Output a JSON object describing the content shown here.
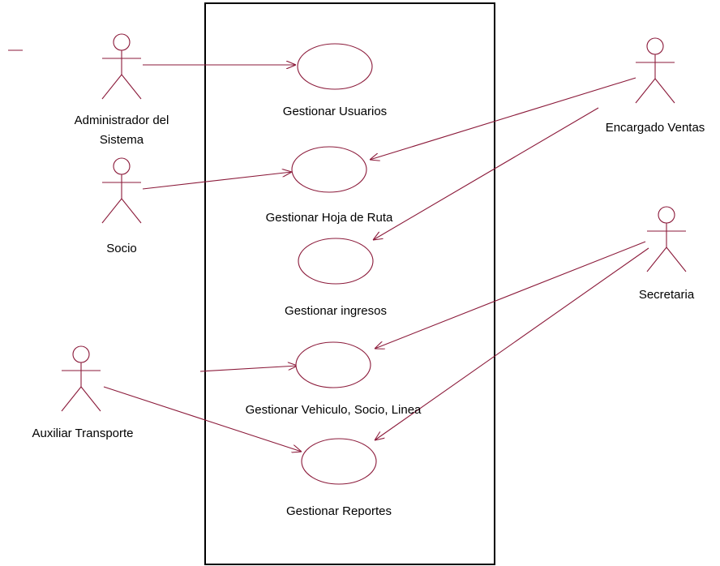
{
  "diagram": {
    "actors": [
      {
        "id": "admin",
        "lines": [
          "Administrador del",
          "Sistema"
        ]
      },
      {
        "id": "socio",
        "lines": [
          "Socio"
        ]
      },
      {
        "id": "auxiliar",
        "lines": [
          "Auxiliar Transporte"
        ]
      },
      {
        "id": "encargado",
        "lines": [
          "Encargado Ventas"
        ]
      },
      {
        "id": "secretaria",
        "lines": [
          "Secretaria"
        ]
      }
    ],
    "use_cases": [
      {
        "id": "usuarios",
        "label": "Gestionar Usuarios"
      },
      {
        "id": "hoja_ruta",
        "label": "Gestionar Hoja de Ruta"
      },
      {
        "id": "ingresos",
        "label": "Gestionar ingresos"
      },
      {
        "id": "vehiculo",
        "label": "Gestionar Vehiculo, Socio, Linea"
      },
      {
        "id": "reportes",
        "label": "Gestionar Reportes"
      }
    ],
    "associations": [
      {
        "from": "admin",
        "to": "usuarios"
      },
      {
        "from": "socio",
        "to": "hoja_ruta"
      },
      {
        "from": "encargado",
        "to": "hoja_ruta"
      },
      {
        "from": "encargado",
        "to": "ingresos"
      },
      {
        "from": "auxiliar",
        "to": "vehiculo"
      },
      {
        "from": "auxiliar",
        "to": "reportes"
      },
      {
        "from": "secretaria",
        "to": "vehiculo"
      },
      {
        "from": "secretaria",
        "to": "reportes"
      }
    ],
    "colors": {
      "line": "#8b1a3a",
      "boundary": "#000000",
      "text": "#000000"
    }
  }
}
